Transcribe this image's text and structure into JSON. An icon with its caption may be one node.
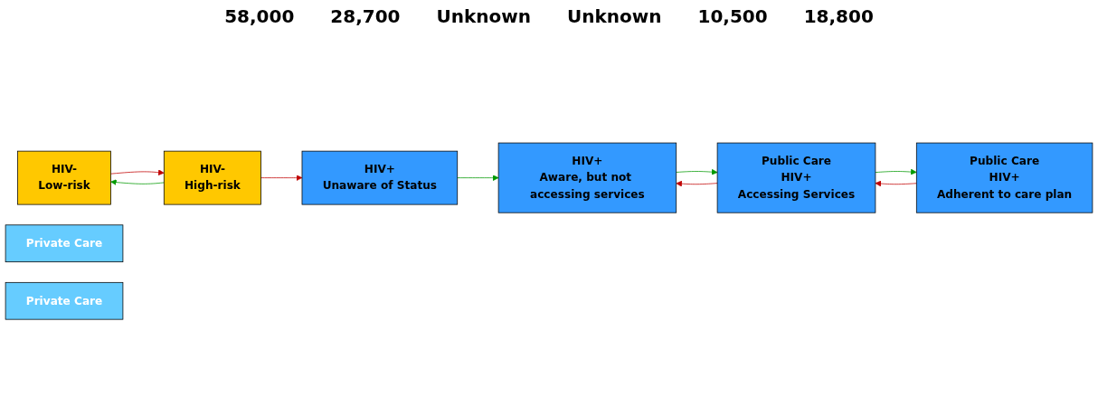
{
  "diagram": {
    "nodes": [
      {
        "text": [
          "HIV-",
          "Low-risk"
        ]
      },
      {
        "text": [
          "HIV-",
          "High-risk"
        ]
      },
      {
        "text": [
          "HIV+",
          "Unaware of Status"
        ]
      },
      {
        "text": [
          "HIV+",
          "Aware, but not accessing services"
        ]
      },
      {
        "text": [
          "Private Care"
        ]
      },
      {
        "text": [
          "Public Care",
          "HIV+",
          "Accessing Services"
        ]
      },
      {
        "text": [
          "Private Care"
        ]
      },
      {
        "text": [
          "Public Care",
          "HIV+",
          "Adherent to care plan"
        ]
      }
    ],
    "edges": [
      {
        "from": 1,
        "to": 0,
        "arrow": "to",
        "color": "#009900"
      },
      {
        "from": 0,
        "to": 1,
        "arrow": "to",
        "color": "#c00000"
      },
      {
        "from": 1,
        "to": 2,
        "arrow": "to",
        "color": "#c00000"
      },
      {
        "from": 2,
        "to": 3,
        "arrow": "to",
        "color": "#009900"
      },
      {
        "from": 5,
        "to": 3,
        "arrow": "to",
        "color": "#c00000"
      },
      {
        "from": 3,
        "to": 5,
        "arrow": "to",
        "color": "#009900"
      },
      {
        "from": 7,
        "to": 5,
        "arrow": "to",
        "color": "#c00000"
      },
      {
        "from": 5,
        "to": 7,
        "arrow": "to",
        "color": "#009900"
      }
    ],
    "labels": [
      "58,000",
      "28,700",
      "Unknown",
      "Unknown",
      "10,500",
      "18,800"
    ]
  }
}
